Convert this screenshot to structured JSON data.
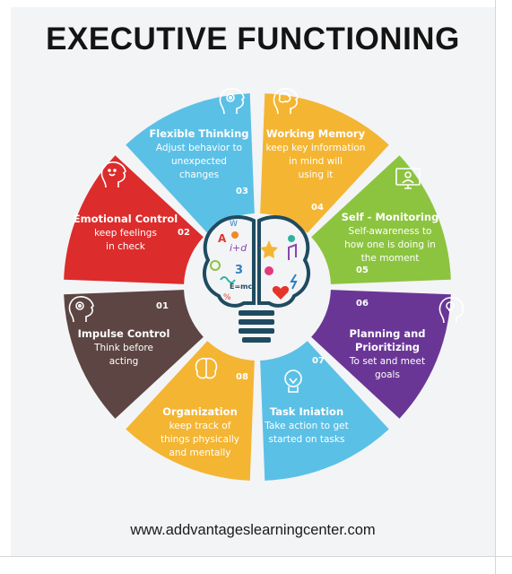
{
  "title": "EXECUTIVE FUNCTIONING",
  "footer": "www.addvantageslearningcenter.com",
  "colors": {
    "flexible_thinking": "#5bc0e6",
    "working_memory": "#f4b533",
    "self_monitoring": "#8cc43f",
    "planning": "#6a3696",
    "task_initiation": "#5bc0e6",
    "organization": "#f4b533",
    "impulse_control": "#5c4542",
    "emotional_control": "#dd2c2c",
    "brain_outline": "#1f4b60"
  },
  "segments": [
    {
      "key": "flexible_thinking",
      "number": "03",
      "heading": "Flexible Thinking",
      "desc": [
        "Adjust behavior to",
        "unexpected",
        "changes"
      ],
      "icon": "head-gears-icon"
    },
    {
      "key": "working_memory",
      "number": "04",
      "heading": "Working Memory",
      "desc": [
        "keep key information",
        "in mind will",
        "using it"
      ],
      "icon": "head-brain-icon"
    },
    {
      "key": "self_monitoring",
      "number": "05",
      "heading": "Self - Monitoring",
      "desc": [
        "Self-awareness to",
        "how one is doing in",
        "the moment"
      ],
      "icon": "monitor-person-icon"
    },
    {
      "key": "planning",
      "number": "06",
      "heading": "Planning and",
      "heading2": "Prioritizing",
      "desc": [
        "To set and meet",
        "goals"
      ],
      "icon": "head-lightbulb-icon"
    },
    {
      "key": "task_initiation",
      "number": "07",
      "heading": "Task Iniation",
      "desc": [
        "Take action to get",
        "started on tasks"
      ],
      "icon": "lightbulb-icon"
    },
    {
      "key": "organization",
      "number": "08",
      "heading": "Organization",
      "desc": [
        "keep track of",
        "things physically",
        "and mentally"
      ],
      "icon": "brain-icon"
    },
    {
      "key": "impulse_control",
      "number": "01",
      "heading": "Impulse Control",
      "desc": [
        "Think before",
        "acting"
      ],
      "icon": "gear-brain-icon"
    },
    {
      "key": "emotional_control",
      "number": "02",
      "heading": "Emotional Control",
      "desc": [
        "keep feelings",
        "in check"
      ],
      "icon": "head-emotion-icon"
    }
  ],
  "brain_glyphs": {
    "letter_a": "A",
    "letter_w": "W",
    "formula_itd": "i+d",
    "number_three": "3",
    "formula_emc": "E=mc",
    "percent": "%"
  }
}
